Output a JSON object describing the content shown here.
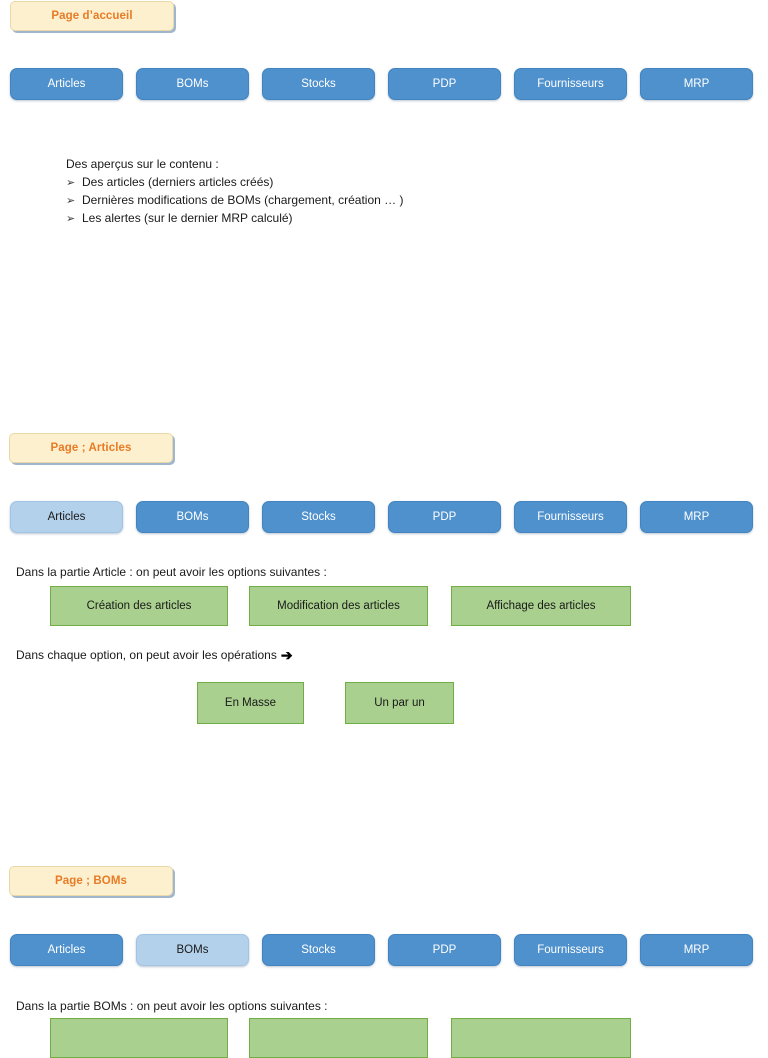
{
  "nav": {
    "items": [
      "Articles",
      "BOMs",
      "Stocks",
      "PDP",
      "Fournisseurs",
      "MRP"
    ]
  },
  "sections": [
    {
      "badge": "Page d’accueil",
      "active_tab": null,
      "intro": "Des aperçus sur le contenu :",
      "bullets": [
        "Des articles (derniers articles créés)",
        "Dernières modifications de BOMs (chargement, création … )",
        "Les alertes (sur le dernier MRP calculé)"
      ]
    },
    {
      "badge": "Page ; Articles",
      "active_tab": "Articles",
      "options_intro": "Dans la partie Article : on peut avoir les options suivantes :",
      "options": [
        "Création des articles",
        "Modification des articles",
        "Affichage des articles"
      ],
      "operations_intro": "Dans chaque option, on peut avoir les opérations",
      "operations_arrow": "➔",
      "operations": [
        "En Masse",
        "Un par un"
      ]
    },
    {
      "badge": "Page ; BOMs",
      "active_tab": "BOMs",
      "options_intro": "Dans la partie BOMs : on peut avoir les options suivantes :",
      "options": [
        "",
        "",
        ""
      ]
    }
  ],
  "bullet_glyph": "➢",
  "colors": {
    "nav_blue": "#4F91CD",
    "nav_active_blue": "#B4D1EC",
    "badge_cream": "#FDF0CE",
    "badge_orange_text": "#E87B26",
    "green_fill": "#A9D08E",
    "green_border": "#70AD47",
    "background": "#FFFFFF"
  }
}
